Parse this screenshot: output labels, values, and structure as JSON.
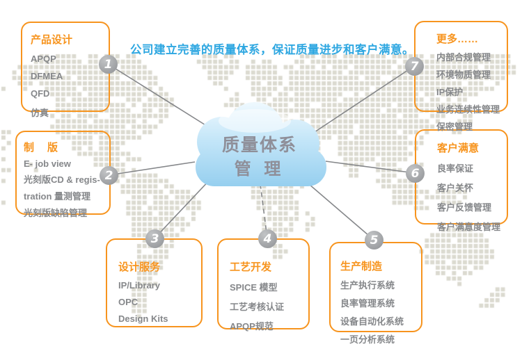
{
  "slogan": "公司建立完善的质量体系，保证质量进步和客户满意。",
  "cloud": {
    "line1": "质量体系",
    "line2": "管 理"
  },
  "colors": {
    "accent_orange": "#F7941E",
    "slogan_blue": "#2EA7E1",
    "item_gray": "#85878A",
    "number_circle_gray": "#A9ABAE",
    "connector_gray": "#85878A",
    "map_dot_beige": "#DBDAD0",
    "cloud_blue": "#9CD2EF"
  },
  "boxes": [
    {
      "number": "1",
      "title": "产品设计",
      "items": [
        "APQP",
        "DFMEA",
        "QFD",
        "仿真"
      ]
    },
    {
      "number": "2",
      "title": "制　版",
      "items": [
        "E- job view",
        "光刻版CD & regis-",
        "tration 量测管理",
        "光刻版缺陷管理"
      ]
    },
    {
      "number": "3",
      "title": "设计服务",
      "items": [
        "IP/Library",
        "OPC",
        "Design Kits"
      ]
    },
    {
      "number": "4",
      "title": "工艺开发",
      "items": [
        "SPICE 模型",
        "工艺考核认证",
        "APQP规范"
      ]
    },
    {
      "number": "5",
      "title": "生产制造",
      "items": [
        "生产执行系统",
        "良率管理系统",
        "设备自动化系统",
        "一页分析系统"
      ]
    },
    {
      "number": "6",
      "title": "客户满意",
      "items": [
        "良率保证",
        "客户关怀",
        "客户反馈管理",
        "客户满意度管理"
      ]
    },
    {
      "number": "7",
      "title": "更多……",
      "items": [
        "内部合规管理",
        "环境物质管理",
        "IP保护",
        "业务连续性管理",
        "保密管理"
      ]
    }
  ]
}
